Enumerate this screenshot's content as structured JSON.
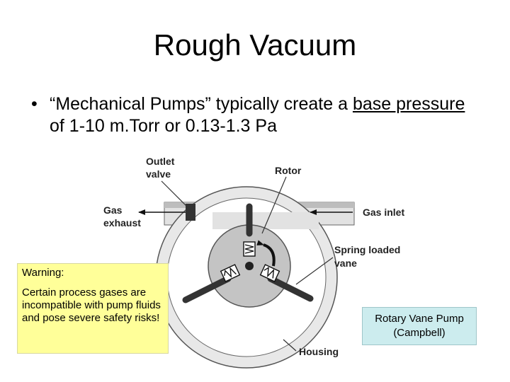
{
  "slide": {
    "title": "Rough Vacuum",
    "bullet_marker": "•",
    "bullet_parts": [
      "“Mechanical Pumps” typically create a ",
      "base pressure",
      " of 1-10 m.Torr or 0.13-1.3 Pa"
    ]
  },
  "diagram": {
    "labels": {
      "outlet_valve": [
        "Outlet",
        "valve"
      ],
      "rotor": "Rotor",
      "gas_exhaust": [
        "Gas",
        "exhaust"
      ],
      "gas_inlet": "Gas inlet",
      "spring_vane": [
        "Spring loaded",
        "vane"
      ],
      "housing": "Housing"
    }
  },
  "warning": {
    "title": "Warning:",
    "body": "Certain process gases are incompatible with pump fluids and pose severe safety risks!"
  },
  "caption": {
    "line1": "Rotary Vane Pump",
    "line2": "(Campbell)"
  }
}
